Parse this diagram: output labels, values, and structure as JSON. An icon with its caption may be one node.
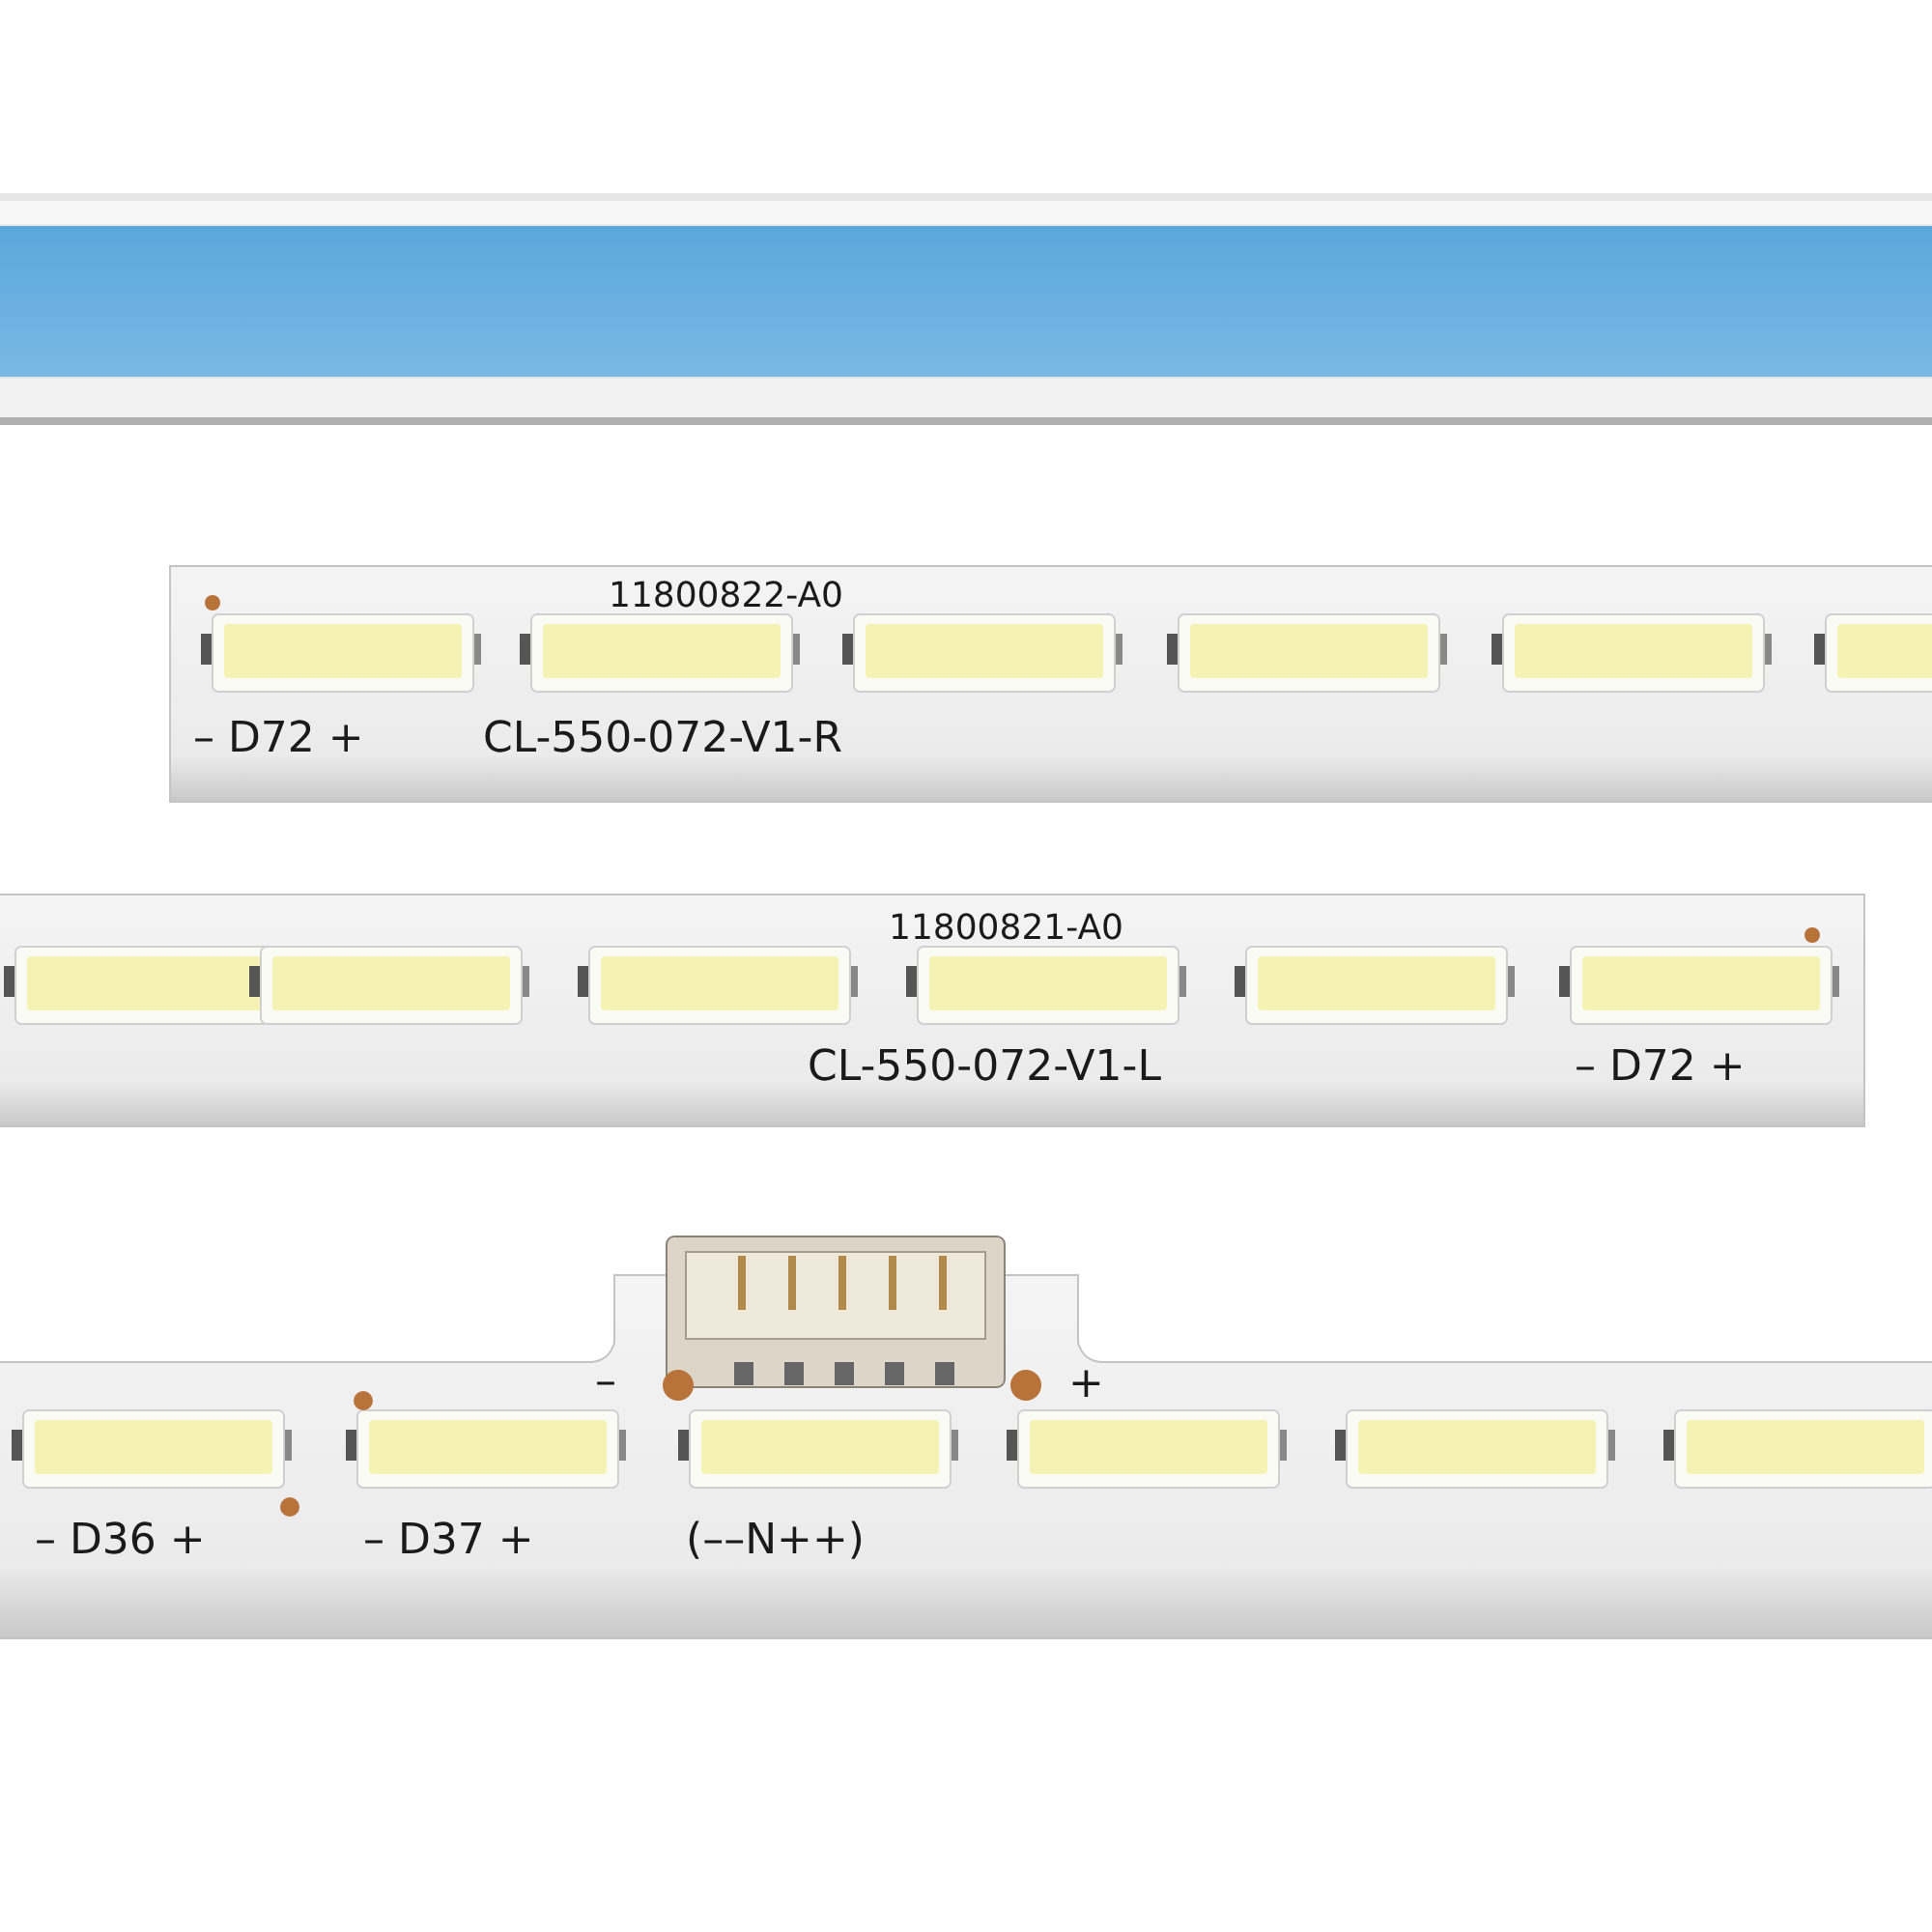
{
  "diagram": {
    "labels": [
      "11800822-A0",
      "– D72 +",
      "CL-550-072-V1-R",
      "11800821-A0",
      "CL-550-072-V1-L",
      "– D72 +",
      "–",
      "+",
      "– D36 +",
      "– D37 +",
      "(––N++)"
    ]
  }
}
